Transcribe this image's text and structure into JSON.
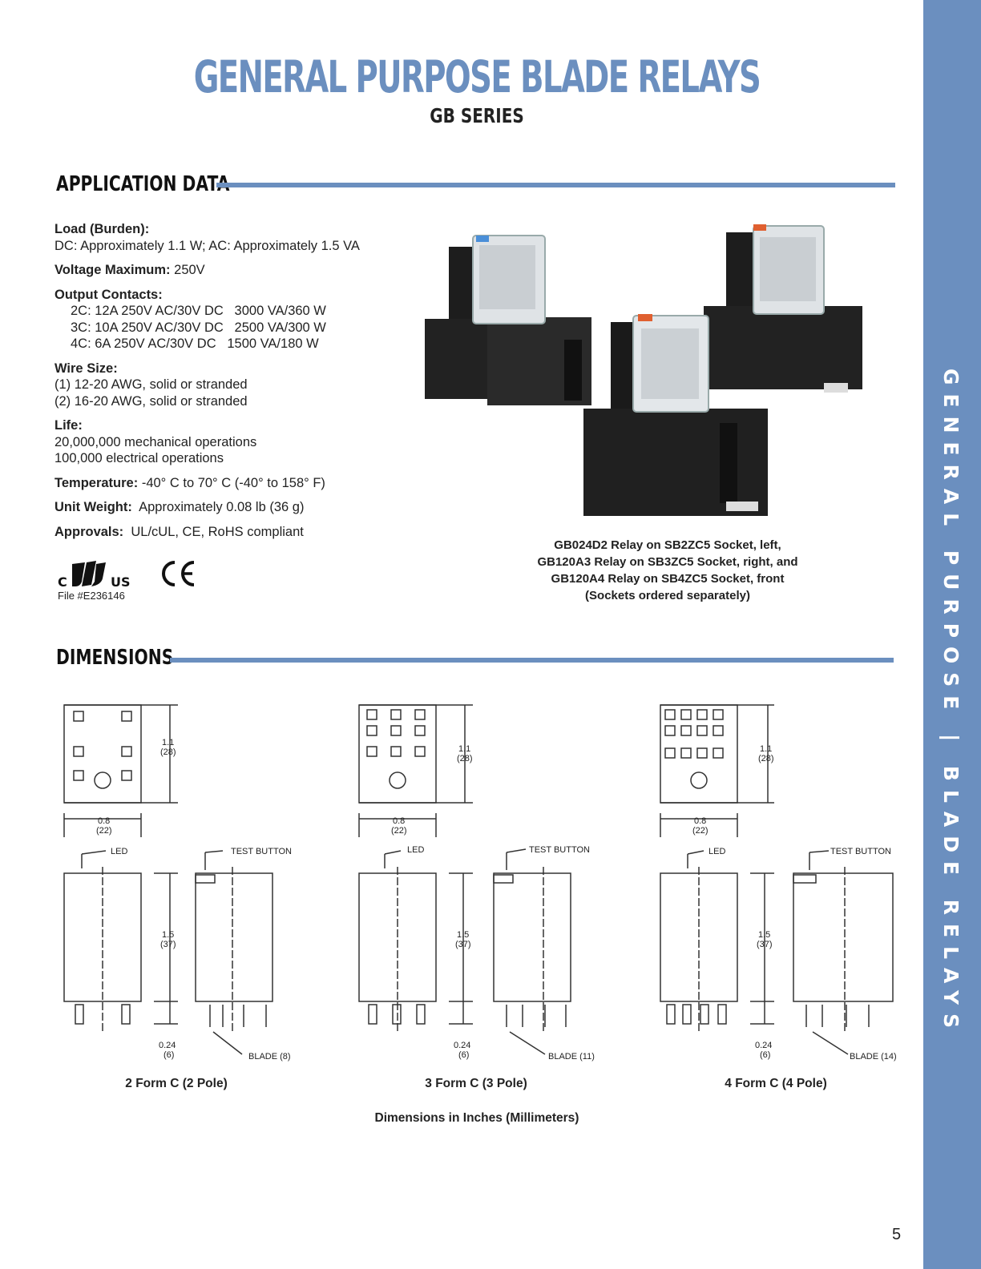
{
  "header": {
    "title": "GENERAL PURPOSE BLADE RELAYS",
    "subtitle": "GB SERIES"
  },
  "sidebar": {
    "text": "GENERAL PURPOSE | BLADE RELAYS"
  },
  "sections": {
    "application": "APPLICATION DATA",
    "dimensions": "DIMENSIONS"
  },
  "application": {
    "load_label": "Load (Burden):",
    "load_value": "DC: Approximately 1.1 W; AC: Approximately 1.5 VA",
    "voltage_label": "Voltage Maximum:",
    "voltage_value": "250V",
    "output_label": "Output Contacts:",
    "output_lines": [
      "2C: 12A 250V AC/30V DC   3000 VA/360 W",
      "3C: 10A 250V AC/30V DC   2500 VA/300 W",
      "4C: 6A 250V AC/30V DC   1500 VA/180 W"
    ],
    "wire_label": "Wire Size:",
    "wire_lines": [
      "(1) 12-20 AWG, solid or stranded",
      "(2) 16-20 AWG, solid or stranded"
    ],
    "life_label": "Life:",
    "life_lines": [
      "20,000,000 mechanical operations",
      "100,000 electrical operations"
    ],
    "temp_label": "Temperature:",
    "temp_value": "-40° C to 70° C (-40° to 158° F)",
    "weight_label": "Unit Weight:",
    "weight_value": "Approximately 0.08 lb (36 g)",
    "approvals_label": "Approvals:",
    "approvals_value": "UL/cUL, CE, RoHS compliant",
    "file_no": "File #E236146",
    "ul_c": "C",
    "ul_us": "US"
  },
  "photo_caption": [
    "GB024D2 Relay on SB2ZC5 Socket, left,",
    "GB120A3 Relay on SB3ZC5 Socket, right, and",
    "GB120A4 Relay on SB4ZC5 Socket, front",
    "(Sockets ordered separately)"
  ],
  "dims": {
    "width_in": "0.8",
    "width_mm": "(22)",
    "height_in": "1.1",
    "height_mm": "(28)",
    "body_in": "1.5",
    "body_mm": "(37)",
    "blade_in": "0.24",
    "blade_mm": "(6)",
    "led": "LED",
    "test_button": "TEST BUTTON",
    "variants": [
      {
        "label": "2 Form C (2 Pole)",
        "blade": "BLADE (8)"
      },
      {
        "label": "3 Form C (3 Pole)",
        "blade": "BLADE (11)"
      },
      {
        "label": "4 Form C (4 Pole)",
        "blade": "BLADE (14)"
      }
    ],
    "note": "Dimensions in Inches (Millimeters)"
  },
  "page_number": "5",
  "colors": {
    "accent": "#6b8fbf"
  }
}
